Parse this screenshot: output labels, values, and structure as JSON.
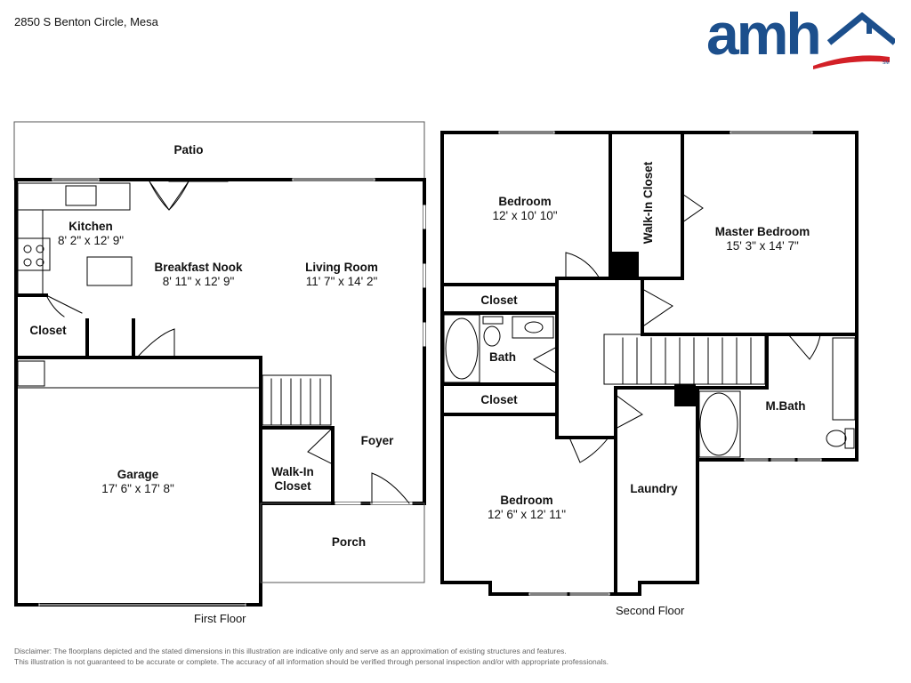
{
  "header": {
    "address": "2850 S Benton Circle, Mesa"
  },
  "logo": {
    "text": "amh",
    "mark": "SM",
    "brand_blue": "#1c4f8c",
    "brand_red": "#d32027"
  },
  "first_floor": {
    "label": "First Floor",
    "rooms": [
      {
        "name": "Patio",
        "dims": ""
      },
      {
        "name": "Kitchen",
        "dims": "8' 2\" x 12' 9\""
      },
      {
        "name": "Breakfast Nook",
        "dims": "8' 11\" x 12' 9\""
      },
      {
        "name": "Living Room",
        "dims": "11' 7\" x 14' 2\""
      },
      {
        "name": "Closet",
        "dims": ""
      },
      {
        "name": "Garage",
        "dims": "17' 6\" x 17' 8\""
      },
      {
        "name": "Walk-In Closet",
        "dims": ""
      },
      {
        "name": "Foyer",
        "dims": ""
      },
      {
        "name": "Porch",
        "dims": ""
      }
    ]
  },
  "second_floor": {
    "label": "Second Floor",
    "rooms": [
      {
        "name": "Bedroom",
        "dims": "12' x 10' 10\""
      },
      {
        "name": "Walk-In Closet",
        "dims": ""
      },
      {
        "name": "Master Bedroom",
        "dims": "15' 3\" x 14' 7\""
      },
      {
        "name": "Closet",
        "dims": ""
      },
      {
        "name": "Bath",
        "dims": ""
      },
      {
        "name": "Closet",
        "dims": ""
      },
      {
        "name": "M.Bath",
        "dims": ""
      },
      {
        "name": "Bedroom",
        "dims": "12' 6\" x 12' 11\""
      },
      {
        "name": "Laundry",
        "dims": ""
      }
    ]
  },
  "disclaimer": {
    "line1": "Disclaimer: The floorplans depicted and the stated dimensions in this illustration are indicative only and serve as an approximation of existing structures and features.",
    "line2": "This illustration is not guaranteed to be accurate or complete. The accuracy of all information should be verified through personal inspection and/or with appropriate professionals."
  }
}
